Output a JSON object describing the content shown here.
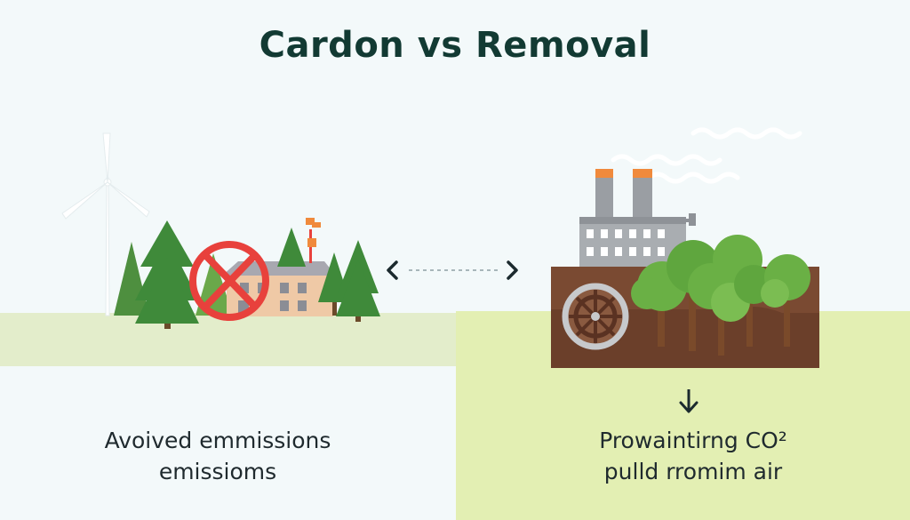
{
  "title": "Cardon vs Removal",
  "left_panel": {
    "caption_line1": "Avoived emmissions",
    "caption_line2": "emissioms"
  },
  "right_panel": {
    "caption_line1": "Prowaintirng CO²",
    "caption_line2": "pulld rromim air"
  },
  "colors": {
    "title": "#123a33",
    "forest_green": "#3f8a3a",
    "leaf_green": "#6ab045",
    "prohibition_red": "#e8413c",
    "soil_brown": "#6b3f2a",
    "chimney_orange": "#f08a3c",
    "factory_gray": "#9a9ea3",
    "arrow": "#1b2a2e"
  },
  "icons": {
    "prohibition": "no-symbol-icon",
    "wind_turbine": "wind-turbine-icon",
    "factory": "factory-icon",
    "double_arrow": "double-arrow-icon",
    "down_arrow": "down-arrow-icon"
  }
}
